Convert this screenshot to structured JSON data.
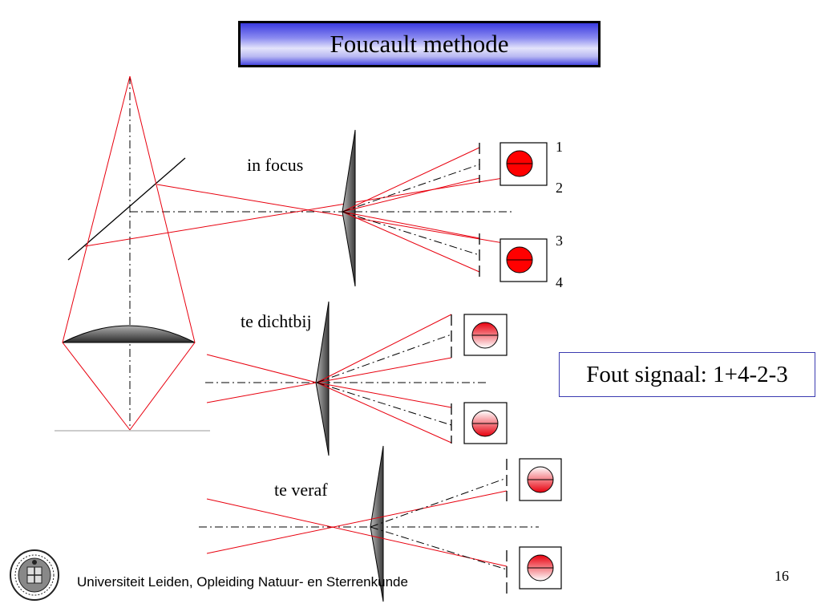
{
  "slide": {
    "title": "Foucault methode",
    "footer": "Universiteit Leiden, Opleiding Natuur- en Sterrenkunde",
    "page_number": "16"
  },
  "diagram": {
    "case_in_focus_label": "in focus",
    "case_too_close_label": "te dichtbij",
    "case_too_far_label": "te veraf",
    "detector_labels": [
      "1",
      "2",
      "3",
      "4"
    ],
    "signal_text": "Fout signaal: 1+4-2-3"
  },
  "colors": {
    "ray": "#e8000e",
    "title_gradient_edge": "#3a3adf",
    "signal_border": "#3b3bb0",
    "spot_fill": "#ff0000"
  },
  "icons": {
    "seal": "university-seal-icon"
  }
}
